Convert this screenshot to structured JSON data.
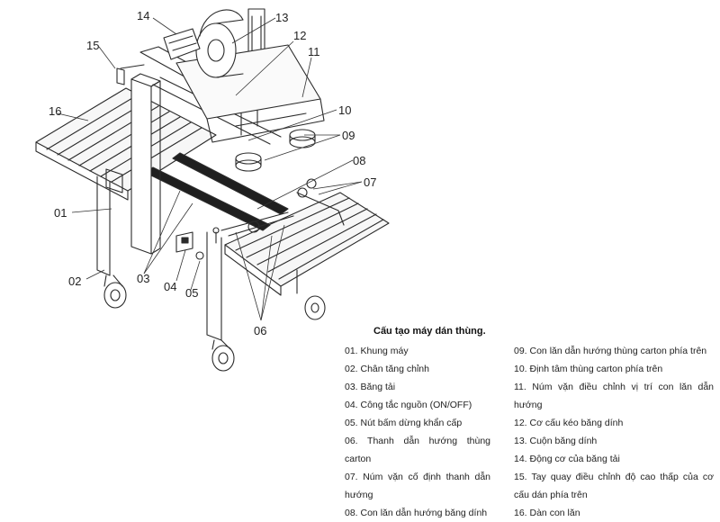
{
  "callouts": [
    {
      "id": "c01",
      "label": "01"
    },
    {
      "id": "c02",
      "label": "02"
    },
    {
      "id": "c03",
      "label": "03"
    },
    {
      "id": "c04",
      "label": "04"
    },
    {
      "id": "c05",
      "label": "05"
    },
    {
      "id": "c06",
      "label": "06"
    },
    {
      "id": "c07",
      "label": "07"
    },
    {
      "id": "c08",
      "label": "08"
    },
    {
      "id": "c09",
      "label": "09"
    },
    {
      "id": "c10",
      "label": "10"
    },
    {
      "id": "c11",
      "label": "11"
    },
    {
      "id": "c12",
      "label": "12"
    },
    {
      "id": "c13",
      "label": "13"
    },
    {
      "id": "c14",
      "label": "14"
    },
    {
      "id": "c15",
      "label": "15"
    },
    {
      "id": "c16",
      "label": "16"
    }
  ],
  "legend": {
    "title": "Cấu tạo máy dán thùng.",
    "left": [
      "01. Khung máy",
      "02. Chân tăng chỉnh",
      "03. Băng tải",
      "04. Công tắc nguồn (ON/OFF)",
      "05. Nút bấm dừng khẩn cấp",
      "06. Thanh dẫn hướng thùng carton",
      "07. Núm vặn cố định thanh dẫn hướng",
      "08. Con lăn dẫn hướng băng dính"
    ],
    "right": [
      "09. Con lăn dẫn hướng thùng carton phía trên",
      "10. Định tâm thùng carton phía trên",
      "11. Núm vặn điều chỉnh vị trí con lăn dẫn hướng",
      "12. Cơ cấu kéo băng dính",
      "13. Cuộn băng dính",
      "14. Động cơ của băng tải",
      "15. Tay quay điều chỉnh độ cao thấp của cơ cấu dán phía trên",
      "16. Dàn con lăn"
    ]
  }
}
